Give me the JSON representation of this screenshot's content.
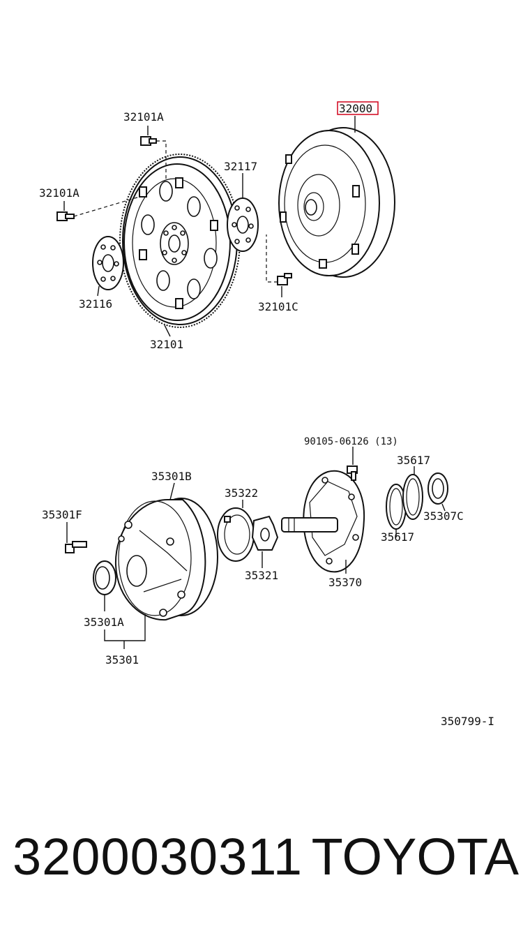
{
  "diagram": {
    "labels": {
      "p32000": "32000",
      "p32101A_top": "32101A",
      "p32101A_left": "32101A",
      "p32117": "32117",
      "p32116": "32116",
      "p32101C": "32101C",
      "p32101": "32101",
      "p90105": "90105-06126 (13)",
      "p35617_top": "35617",
      "p35301B": "35301B",
      "p35322": "35322",
      "p35301F": "35301F",
      "p35617_bottom": "35617",
      "p35307C": "35307C",
      "p35321": "35321",
      "p35370": "35370",
      "p35301A": "35301A",
      "p35301": "35301",
      "ref_code": "350799-I"
    },
    "highlight_color": "#d0021b"
  },
  "footer": {
    "part_number": "3200030311",
    "brand": "TOYOTA"
  }
}
